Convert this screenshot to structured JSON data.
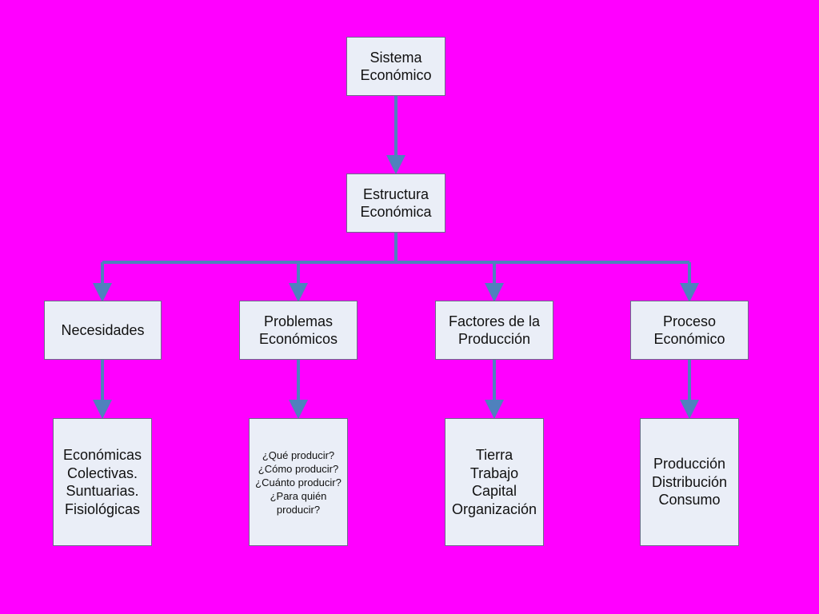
{
  "colors": {
    "background": "#FF00FF",
    "box_fill": "#EAEEF7",
    "connector": "#4F81BD"
  },
  "root": {
    "lines": [
      "Sistema",
      "Económico"
    ]
  },
  "structure": {
    "lines": [
      "Estructura",
      "Económica"
    ]
  },
  "branches": [
    {
      "title": [
        "Necesidades"
      ],
      "detail": [
        "Económicas",
        "Colectivas.",
        "Suntuarias.",
        "Fisiológicas"
      ]
    },
    {
      "title": [
        "Problemas",
        "Económicos"
      ],
      "detail": [
        "¿Qué producir?",
        "¿Cómo producir?",
        "¿Cuánto producir?",
        "¿Para quién",
        "producir?"
      ]
    },
    {
      "title": [
        "Factores de la",
        "Producción"
      ],
      "detail": [
        "Tierra",
        "Trabajo",
        "Capital",
        "Organización"
      ]
    },
    {
      "title": [
        "Proceso",
        "Económico"
      ],
      "detail": [
        "Producción",
        "Distribución",
        "Consumo"
      ]
    }
  ]
}
